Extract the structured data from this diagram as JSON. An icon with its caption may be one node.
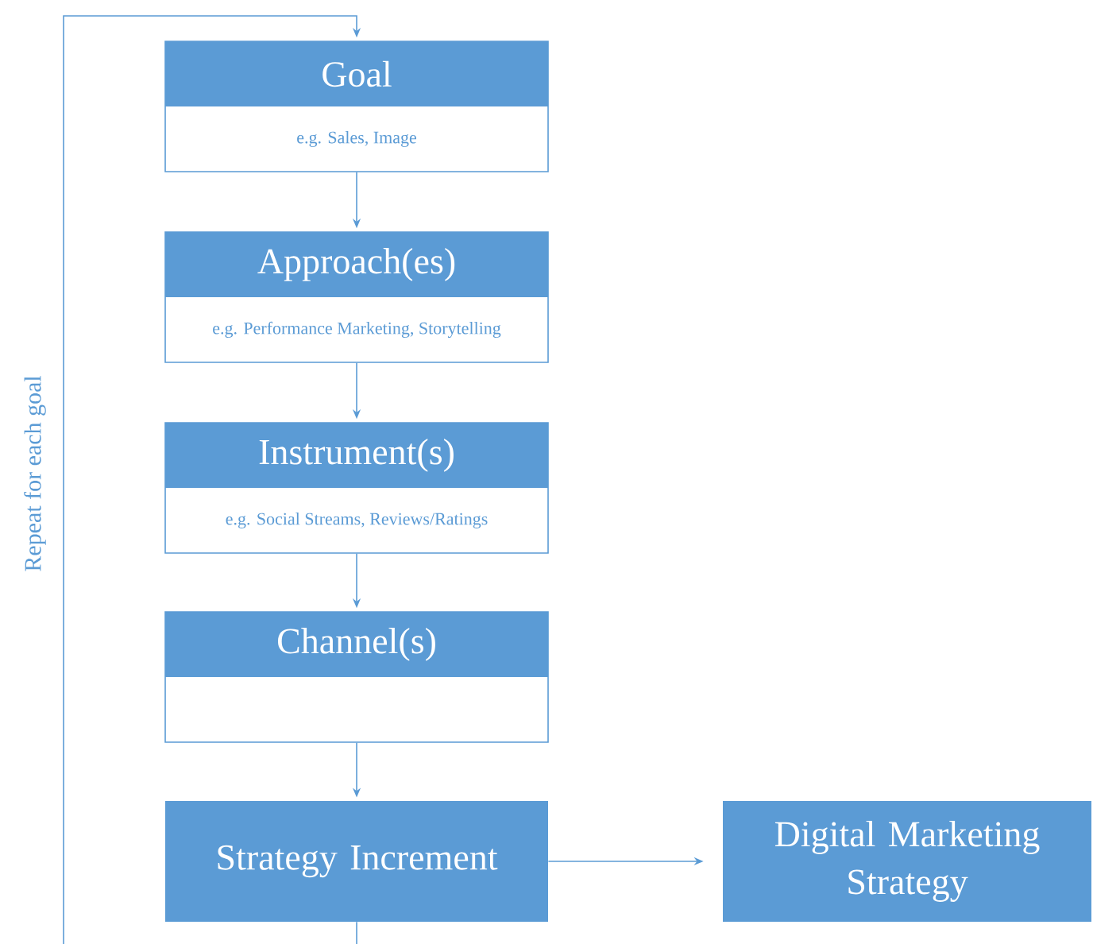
{
  "diagram": {
    "nodes": [
      {
        "text": [
          "Goal",
          "e.g. Sales, Image"
        ]
      },
      {
        "text": [
          "Approach(es)",
          "e.g. Performance Marketing, Storytelling"
        ]
      },
      {
        "text": [
          "Instrument(s)",
          "e.g. Social Streams, Reviews/Ratings"
        ]
      },
      {
        "text": [
          "Channel(s)"
        ]
      },
      {
        "text": [
          "Strategy Increment"
        ]
      },
      {
        "text": [
          "Digital Marketing Strategy"
        ]
      }
    ],
    "edges": [
      {
        "from": 0,
        "to": 1,
        "arrow": "to"
      },
      {
        "from": 1,
        "to": 2,
        "arrow": "to"
      },
      {
        "from": 2,
        "to": 3,
        "arrow": "to"
      },
      {
        "from": 3,
        "to": 4,
        "arrow": "to"
      },
      {
        "from": 4,
        "to": 5,
        "arrow": "to"
      },
      {
        "from": 4,
        "to": 0,
        "arrow": "to",
        "label": "Repeat for each goal"
      }
    ]
  }
}
